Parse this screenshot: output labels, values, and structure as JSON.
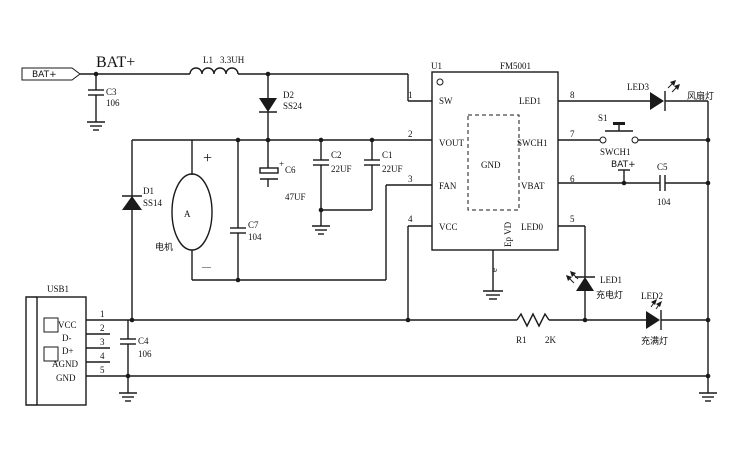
{
  "nets": {
    "bat_flag": "BAT+",
    "bat_main": "BAT+",
    "bat_small": "BAT+"
  },
  "u1": {
    "ref": "U1",
    "part": "FM5001",
    "pins_left": [
      {
        "num": "1",
        "name": "SW"
      },
      {
        "num": "2",
        "name": "VOUT"
      },
      {
        "num": "3",
        "name": "FAN"
      },
      {
        "num": "4",
        "name": "VCC"
      }
    ],
    "pins_right": [
      {
        "num": "8",
        "name": "LED1"
      },
      {
        "num": "7",
        "name": "SWCH1"
      },
      {
        "num": "6",
        "name": "VBAT"
      },
      {
        "num": "5",
        "name": "LED0"
      }
    ],
    "gnd_label": "GND",
    "epad": "Ep VD",
    "bottom_pin": "e"
  },
  "parts": {
    "C3": {
      "ref": "C3",
      "value": "106"
    },
    "L1": {
      "ref": "L1",
      "value": "3.3UH"
    },
    "D2": {
      "ref": "D2",
      "value": "SS24"
    },
    "C6": {
      "ref": "C6",
      "value": "47UF",
      "plus": "+"
    },
    "C2": {
      "ref": "C2",
      "value": "22UF"
    },
    "C1": {
      "ref": "C1",
      "value": "22UF"
    },
    "C7": {
      "ref": "C7",
      "value": "104"
    },
    "D1": {
      "ref": "D1",
      "value": "SS14"
    },
    "motor": {
      "letter": "A",
      "label": "电机",
      "plus": "+",
      "minus": "—"
    },
    "LED3": {
      "ref": "LED3",
      "label": "风扇灯"
    },
    "S1": {
      "ref": "S1",
      "value": "SWCH1"
    },
    "C5": {
      "ref": "C5",
      "value": "104"
    },
    "LED1": {
      "ref": "LED1",
      "label": "充电灯"
    },
    "LED2": {
      "ref": "LED2",
      "label": "充满灯"
    },
    "R1": {
      "ref": "R1",
      "value": "2K"
    },
    "C4": {
      "ref": "C4",
      "value": "106"
    }
  },
  "usb": {
    "ref": "USB1",
    "pins": [
      {
        "num": "1",
        "name": "VCC"
      },
      {
        "num": "2",
        "name": "D-"
      },
      {
        "num": "3",
        "name": "D+"
      },
      {
        "num": "4",
        "name": "AGND"
      },
      {
        "num": "5",
        "name": "GND"
      }
    ]
  }
}
